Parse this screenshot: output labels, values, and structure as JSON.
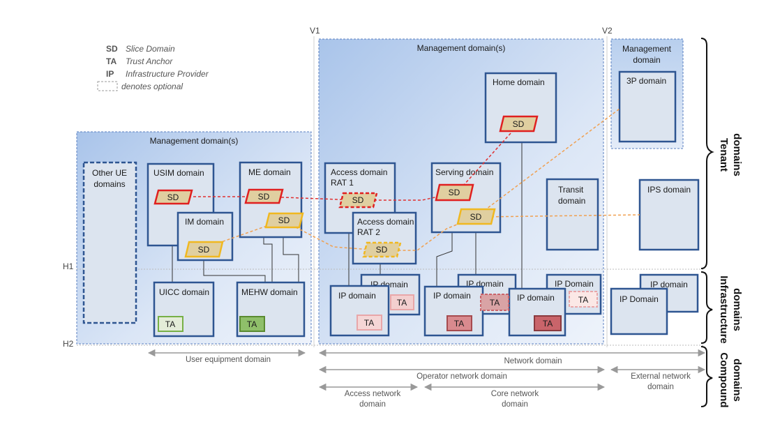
{
  "legend": {
    "items": [
      {
        "key": "SD",
        "text": "Slice Domain"
      },
      {
        "key": "TA",
        "text": "Trust Anchor"
      },
      {
        "key": "IP",
        "text": "Infrastructure Provider"
      }
    ],
    "optional_text": "denotes optional"
  },
  "axes": {
    "v1": "V1",
    "v2": "V2",
    "h1": "H1",
    "h2": "H2"
  },
  "management": {
    "ue": "Management domain(s)",
    "network": "Management domain(s)",
    "external_line1": "Management",
    "external_line2": "domain"
  },
  "domains": {
    "other_ue_1": "Other UE",
    "other_ue_2": "domains",
    "usim": "USIM domain",
    "me": "ME domain",
    "im": "IM domain",
    "uicc": "UICC  domain",
    "mehw": "MEHW domain",
    "access1_line1": "Access domain",
    "access1_line2": "RAT 1",
    "access2_line1": "Access domain",
    "access2_line2": "RAT 2",
    "home": "Home domain",
    "serving": "Serving  domain",
    "transit_line1": "Transit",
    "transit_line2": "domain",
    "threep": "3P domain",
    "ips": "IPS domain",
    "ip": "IP domain",
    "ip_cap": "IP Domain"
  },
  "tokens": {
    "sd": "SD",
    "ta": "TA"
  },
  "side_labels": {
    "tenant_1": "Tenant",
    "tenant_2": "domains",
    "infra_1": "Infrastructure",
    "infra_2": "domains",
    "compound_1": "Compound",
    "compound_2": "domains"
  },
  "spans": {
    "user_equipment": "User equipment domain",
    "network": "Network domain",
    "operator_network": "Operator network domain",
    "external_1": "External network",
    "external_2": "domain",
    "access_network_1": "Access network",
    "access_network_2": "domain",
    "core_network_1": "Core network",
    "core_network_2": "domain"
  },
  "colors": {
    "box_border": "#2e5591",
    "box_fill": "#dce4ef",
    "sd_red": "#e02020",
    "sd_yellow": "#f0b820",
    "sd_fill": "#e0cfa0",
    "ta_green": "#77b046",
    "ta_pink": "#e8a6a8",
    "ta_dark": "#c9646a",
    "red_path": "#e03030",
    "orange_path": "#f0a050"
  }
}
